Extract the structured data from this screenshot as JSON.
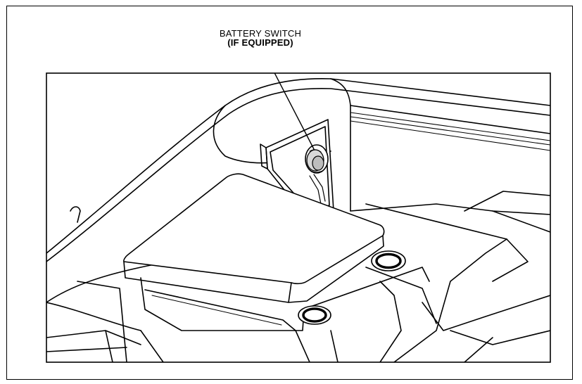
{
  "callout": {
    "label_line1": "BATTERY SWITCH",
    "label_line2": "(IF EQUIPPED)"
  },
  "illustration": {
    "subject": "battery-switch-location",
    "components": [
      "battery-switch-knob",
      "seat-cushion",
      "cup-holder-left",
      "cup-holder-right",
      "side-panel",
      "leader-line"
    ]
  }
}
